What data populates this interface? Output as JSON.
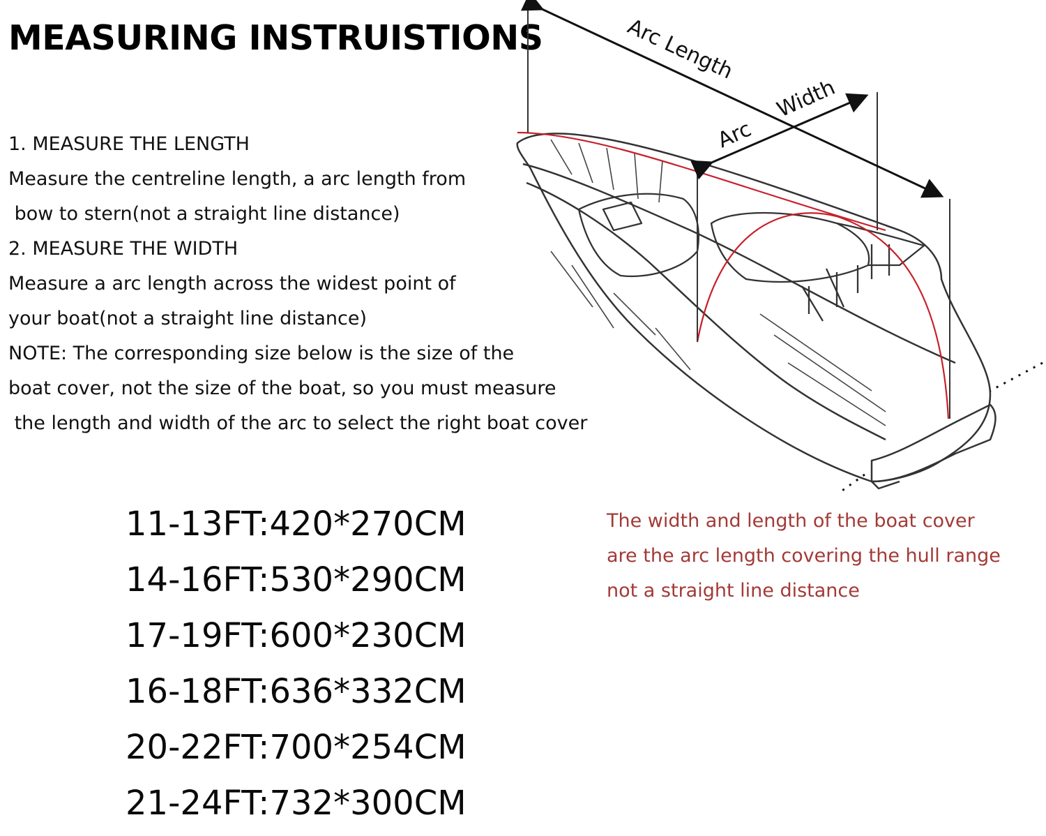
{
  "title": "MEASURING INSTRUISTIONS",
  "instructions": [
    "1. MEASURE THE LENGTH",
    "Measure the centreline length, a arc length from",
    " bow to stern(not a straight line distance)",
    "2. MEASURE THE WIDTH",
    "Measure a arc length across the widest point of",
    "your boat(not a straight line distance)",
    "NOTE: The corresponding size below is the size of the",
    "boat cover, not the size of the boat, so you must measure",
    " the length and width of the arc to select the right boat cover"
  ],
  "sizes": [
    "11-13FT:420*270CM",
    "14-16FT:530*290CM",
    "17-19FT:600*230CM",
    "16-18FT:636*332CM",
    "20-22FT:700*254CM",
    "21-24FT:732*300CM"
  ],
  "note": [
    "The width and length of the boat cover",
    "are the arc length covering the hull range",
    "not a straight line distance"
  ],
  "diagram": {
    "arc_length_label": "Arc Length",
    "arc_label": "Arc",
    "width_label": "Width"
  },
  "colors": {
    "note_text": "#a23a37",
    "arc_lines": "#c8202a",
    "outline": "#333333"
  }
}
